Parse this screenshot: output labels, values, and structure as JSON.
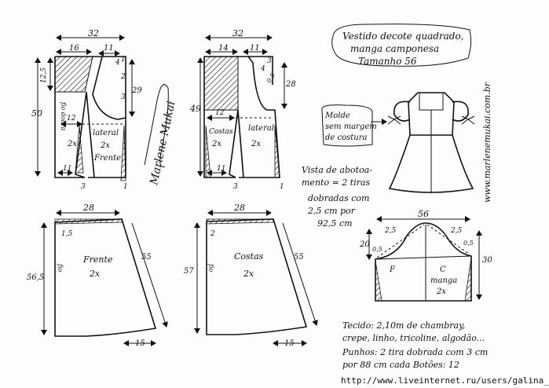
{
  "title": {
    "line1": "Vestido decote quadrado,",
    "line2": "manga camponesa",
    "line3": "Tamanho 56"
  },
  "website": "www.marlenemukai.com.br",
  "watermark_url": "http://www.liveinternet.ru/users/galina_o/",
  "signature": "Marlene Mukai",
  "note_mold": {
    "line1": "Molde",
    "line2": "sem margem",
    "line3": "de costura"
  },
  "note_vista": {
    "line1": "Vista de abotoa-",
    "line2": "mento = 2 tiras",
    "line3": "dobradas com",
    "line4": "2,5 cm por",
    "line5": "92,5 cm"
  },
  "materials": {
    "line1": "Tecido: 2,10m de chambray,",
    "line2": "crepe, linho, tricoline, algodão...",
    "line3": "Punhos: 2 tira dobrada com 3 cm",
    "line4": "por 88 cm cada  Botões: 12"
  },
  "front_bodice": {
    "width": "32",
    "w_left": "16",
    "w_right": "11",
    "h_total": "50",
    "h_top": "12,5",
    "h_side": "29",
    "h_mid": "12",
    "w_bottom": "11",
    "m1": "1",
    "m2": "2",
    "m3": "3",
    "m4": "4",
    "m3b": "3",
    "label_piece": "lateral",
    "label_qty": "2x",
    "label_name": "Frente",
    "label_side_qty": "2x",
    "fold": "fio dobra",
    "n1": "1"
  },
  "back_bodice": {
    "width": "32",
    "w_left": "14",
    "w_right": "11",
    "h_total": "49",
    "h_side": "28",
    "h_mid": "12",
    "w_bottom": "11",
    "m3": "3",
    "m05": "0,5",
    "m4": "4",
    "label_costas": "Costas",
    "label_qty_left": "2x",
    "label_piece": "lateral",
    "label_qty": "2x",
    "n1": "1",
    "n3": "3"
  },
  "front_skirt": {
    "width": "28",
    "h_left": "56,5",
    "h_side": "55",
    "hem": "15",
    "m15": "1,5",
    "label": "Frente",
    "qty": "2x",
    "fold": "fio"
  },
  "back_skirt": {
    "width": "28",
    "h_left": "57",
    "h_side": "55",
    "hem": "15",
    "m2": "2",
    "label": "Costas",
    "qty": "2x",
    "fold": "fio"
  },
  "sleeve": {
    "width": "56",
    "h_left": "20",
    "h_right": "30",
    "c_left": "2,5",
    "c_right": "2,5",
    "m05l": "0,5",
    "m05r": "0,5",
    "label_f": "F",
    "label_c": "C",
    "label_name": "manga",
    "qty": "2x"
  }
}
